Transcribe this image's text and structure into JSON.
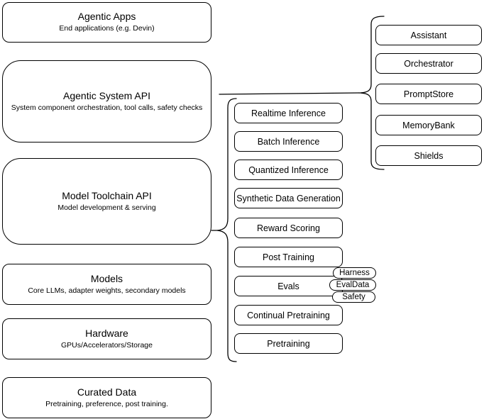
{
  "diagram": {
    "stack": [
      {
        "title": "Agentic Apps",
        "subtitle": "End applications (e.g. Devin)"
      },
      {
        "title": "Agentic System API",
        "subtitle": "System component orchestration, tool calls, safety checks"
      },
      {
        "title": "Model Toolchain API",
        "subtitle": "Model development & serving"
      },
      {
        "title": "Models",
        "subtitle": "Core LLMs, adapter weights, secondary models"
      },
      {
        "title": "Hardware",
        "subtitle": "GPUs/Accelerators/Storage"
      },
      {
        "title": "Curated Data",
        "subtitle": "Pretraining, preference, post training."
      }
    ],
    "toolchain_items": [
      "Realtime Inference",
      "Batch Inference",
      "Quantized Inference",
      "Synthetic Data Generation",
      "Reward Scoring",
      "Post Training",
      "Evals",
      "Continual Pretraining",
      "Pretraining"
    ],
    "eval_tags": [
      "Harness",
      "EvalData",
      "Safety"
    ],
    "system_components": [
      "Assistant",
      "Orchestrator",
      "PromptStore",
      "MemoryBank",
      "Shields"
    ],
    "colors": {
      "stroke": "#000000",
      "fill": "#ffffff",
      "text": "#000000",
      "canvas": "#ffffff"
    }
  }
}
